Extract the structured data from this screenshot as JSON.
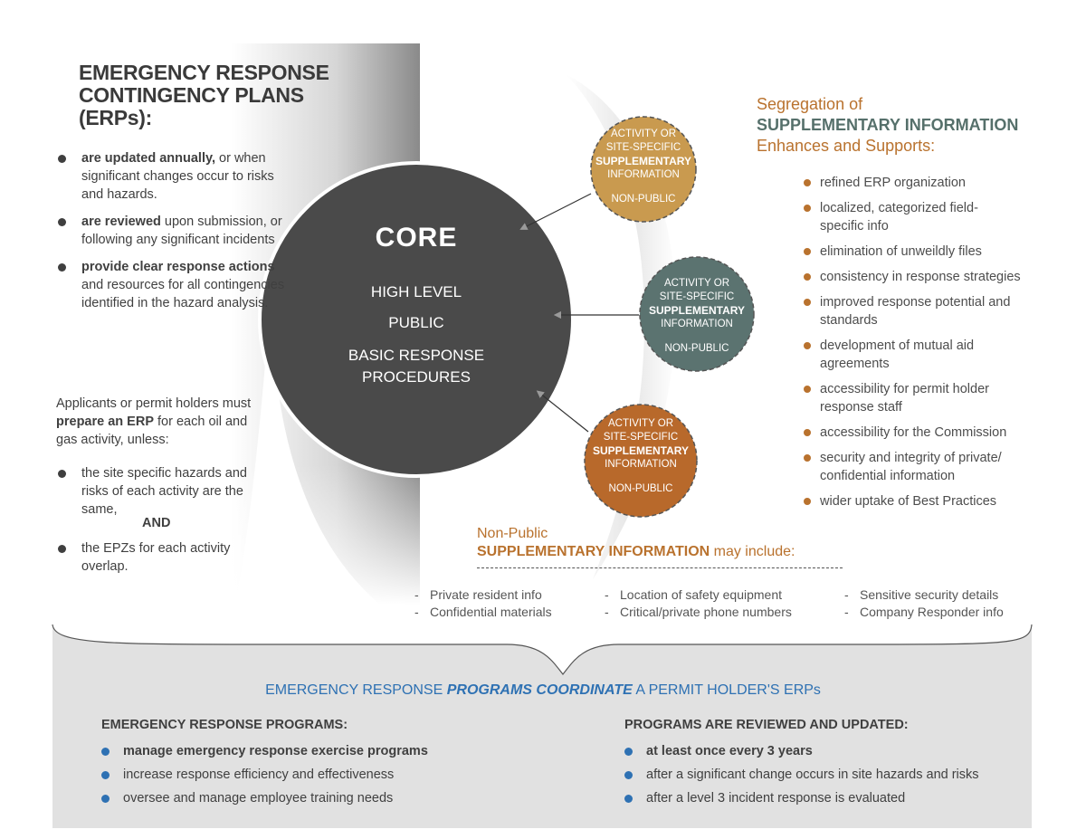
{
  "erp": {
    "title_lines": [
      "EMERGENCY RESPONSE",
      "CONTINGENCY PLANS",
      "(ERPs):"
    ],
    "bullets": [
      {
        "bold": "are updated annually,",
        "rest": " or when significant changes occur to risks and hazards."
      },
      {
        "bold": "are reviewed",
        "rest": " upon submission, or following any significant incidents"
      },
      {
        "bold": "provide clear response actions",
        "rest": " and resources for all contingencies identified in the hazard analysis."
      }
    ],
    "applicants_pre": "Applicants or permit holders must ",
    "applicants_bold": "prepare an ERP",
    "applicants_post": " for each oil and gas activity, unless:",
    "unless_1": "the site specific hazards and risks of each activity are the same,",
    "and_word": "AND",
    "unless_2": "the EPZs for each activity overlap."
  },
  "core": {
    "title": "CORE",
    "line1": "HIGH LEVEL",
    "line2": "PUBLIC",
    "line3a": "BASIC RESPONSE",
    "line3b": "PROCEDURES"
  },
  "satellites": [
    {
      "l1": "ACTIVITY OR",
      "l2": "SITE-SPECIFIC",
      "l3": "SUPPLEMENTARY",
      "l4": "INFORMATION",
      "np": "NON-PUBLIC",
      "color": "#c99a4f"
    },
    {
      "l1": "ACTIVITY OR",
      "l2": "SITE-SPECIFIC",
      "l3": "SUPPLEMENTARY",
      "l4": "INFORMATION",
      "np": "NON-PUBLIC",
      "color": "#5b7370"
    },
    {
      "l1": "ACTIVITY OR",
      "l2": "SITE-SPECIFIC",
      "l3": "SUPPLEMENTARY",
      "l4": "INFORMATION",
      "np": "NON-PUBLIC",
      "color": "#b8692b"
    }
  ],
  "segregation": {
    "line1": "Segregation of",
    "line2": "SUPPLEMENTARY INFORMATION",
    "line3": "Enhances and Supports:",
    "items": [
      "refined ERP organization",
      "localized, categorized field-specific info",
      "elimination of unweildly files",
      "consistency in response strategies",
      "improved response potential and standards",
      "development of mutual aid agreements",
      "accessibility for permit holder response staff",
      "accessibility for the Commission",
      "security and integrity of private/ confidential information",
      "wider uptake of Best Practices"
    ]
  },
  "nonpublic": {
    "line1": "Non-Public",
    "bold": "SUPPLEMENTARY INFORMATION",
    "rest": " may include:",
    "col1": [
      "Private resident info",
      "Confidential materials"
    ],
    "col2": [
      "Location of safety equipment",
      "Critical/private phone numbers"
    ],
    "col3": [
      "Sensitive security details",
      "Company Responder info"
    ]
  },
  "programs": {
    "title_pre": "EMERGENCY RESPONSE ",
    "title_bold": "PROGRAMS COORDINATE",
    "title_post": " A PERMIT HOLDER'S ERPs",
    "left_head": "EMERGENCY RESPONSE PROGRAMS:",
    "left_items": [
      "manage emergency response exercise programs",
      "increase response efficiency and effectiveness",
      "oversee and manage employee training needs"
    ],
    "right_head": "PROGRAMS ARE REVIEWED AND UPDATED:",
    "right_items": [
      "at least once every 3 years",
      "after a significant change occurs in site hazards and risks",
      "after a level 3 incident response is evaluated"
    ]
  },
  "colors": {
    "core": "#4a4a4a",
    "accent_orange": "#b9722e",
    "accent_teal": "#56706b",
    "accent_blue": "#2e71b3",
    "bottom_panel": "#e1e1e1"
  }
}
